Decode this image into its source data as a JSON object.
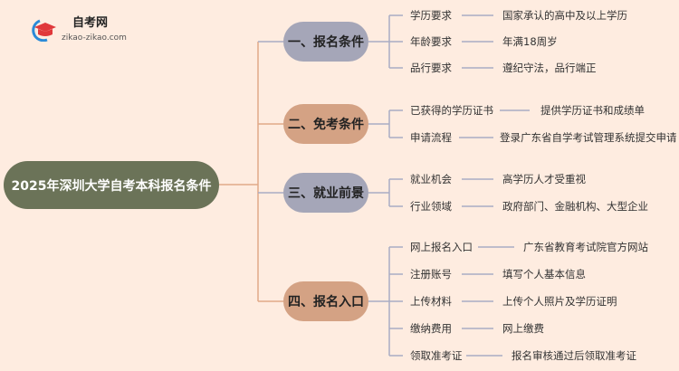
{
  "logo": {
    "name": "自考网",
    "url": "zikao-zikao.com"
  },
  "root": "2025年深圳大学自考本科报名条件",
  "colors": {
    "root": "#6b7358",
    "grey": "#a5a6b8",
    "tan": "#d4a284",
    "line_grey": "#a9acc4",
    "line_tan": "#e0a988"
  },
  "branches": [
    {
      "label": "一、报名条件",
      "items": [
        {
          "k": "学历要求",
          "v": "国家承认的高中及以上学历"
        },
        {
          "k": "年龄要求",
          "v": "年满18周岁"
        },
        {
          "k": "品行要求",
          "v": "遵纪守法，品行端正"
        }
      ]
    },
    {
      "label": "二、免考条件",
      "items": [
        {
          "k": "已获得的学历证书",
          "v": "提供学历证书和成绩单"
        },
        {
          "k": "申请流程",
          "v": "登录广东省自学考试管理系统提交申请"
        }
      ]
    },
    {
      "label": "三、就业前景",
      "items": [
        {
          "k": "就业机会",
          "v": "高学历人才受重视"
        },
        {
          "k": "行业领域",
          "v": "政府部门、金融机构、大型企业"
        }
      ]
    },
    {
      "label": "四、报名入口",
      "items": [
        {
          "k": "网上报名入口",
          "v": "广东省教育考试院官方网站"
        },
        {
          "k": "注册账号",
          "v": "填写个人基本信息"
        },
        {
          "k": "上传材料",
          "v": "上传个人照片及学历证明"
        },
        {
          "k": "缴纳费用",
          "v": "网上缴费"
        },
        {
          "k": "领取准考证",
          "v": "报名审核通过后领取准考证"
        }
      ]
    }
  ]
}
